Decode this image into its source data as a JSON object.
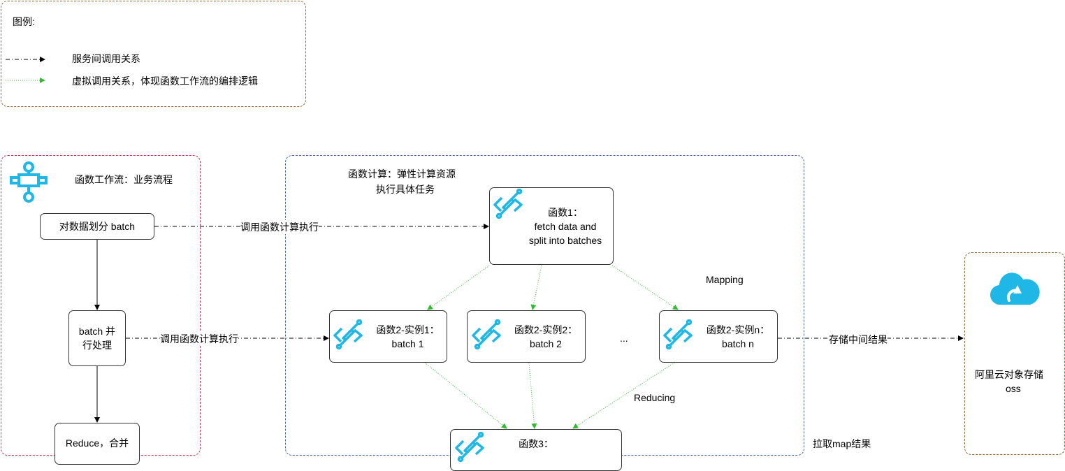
{
  "legend": {
    "title": "图例:",
    "service_call": "服务间调用关系",
    "virtual_call": "虚拟调用关系，体现函数工作流的编排逻辑"
  },
  "workflow": {
    "title": "函数工作流：业务流程",
    "split": "对数据划分 batch",
    "parallel_line1": "batch 并",
    "parallel_line2": "行处理",
    "reduce": "Reduce，合并"
  },
  "compute": {
    "title_line1": "函数计算：弹性计算资源",
    "title_line2": "执行具体任务",
    "fn1_line1": "函数1：",
    "fn1_line2": "fetch data and",
    "fn1_line3": "split into batches",
    "fn2_1_line1": "函数2-实例1：",
    "fn2_1_line2": "batch 1",
    "fn2_2_line1": "函数2-实例2：",
    "fn2_2_line2": "batch 2",
    "ellipsis": "...",
    "fn2_n_line1": "函数2-实例n：",
    "fn2_n_line2": "batch n",
    "fn3_line1": "函数3：",
    "mapping": "Mapping",
    "reducing": "Reducing"
  },
  "edges": {
    "call1": "调用函数计算执行",
    "call2": "调用函数计算执行",
    "store": "存储中间结果",
    "pull": "拉取map结果"
  },
  "oss": {
    "line1": "阿里云对象存储",
    "line2": "oss"
  },
  "colors": {
    "icon_blue": "#1eb7e6",
    "dotted_green": "#33bb33",
    "legend_border": "#996633",
    "workflow_border": "#cc3355",
    "compute_border": "#4466aa",
    "oss_border": "#996633"
  }
}
